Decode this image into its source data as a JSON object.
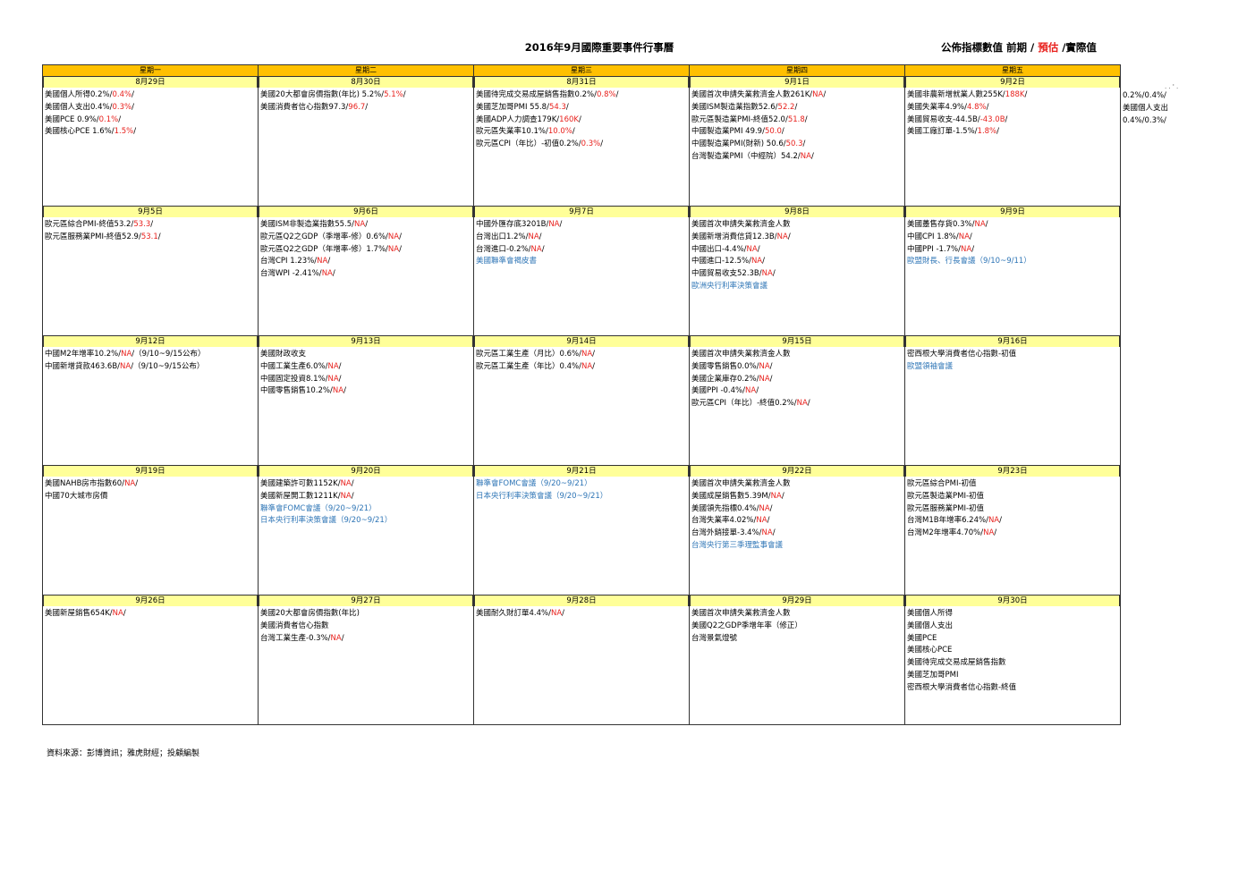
{
  "title": "2016年9月國際重要事件行事曆",
  "legend": {
    "part1": "公佈指標數值 前期 / ",
    "part2": "預估",
    "part3": " /實際值"
  },
  "weekdays": [
    "星期一",
    "星期二",
    "星期三",
    "星期四",
    "星期五"
  ],
  "weeks": [
    {
      "days": [
        {
          "date": "8月29日",
          "items": [
            {
              "k": "美國個人所得0.2%/",
              "r": "0.4%",
              "s": "/"
            },
            {
              "k": "美國個人支出0.4%/",
              "r": "0.3%",
              "s": "/"
            },
            {
              "k": "美國PCE 0.9%/",
              "r": "0.1%",
              "s": "/"
            },
            {
              "k": "美國核心PCE 1.6%/",
              "r": "1.5%",
              "s": "/"
            }
          ]
        },
        {
          "date": "8月30日",
          "items": [
            {
              "k": "美國20大都會房價指數(年比) 5.2%/",
              "r": "5.1%",
              "s": "/"
            },
            {
              "k": "美國消費者信心指數97.3/",
              "r": "96.7",
              "s": "/"
            }
          ]
        },
        {
          "date": "8月31日",
          "items": [
            {
              "k": "美國待完成交易成屋銷售指數0.2%/",
              "r": "0.8%",
              "s": "/"
            },
            {
              "k": "美國芝加哥PMI 55.8/",
              "r": "54.3",
              "s": "/"
            },
            {
              "k": "美國ADP人力調查179K/",
              "r": "160K",
              "s": "/"
            },
            {
              "k": "歐元區失業率10.1%/",
              "r": "10.0%",
              "s": "/"
            },
            {
              "k": "歐元區CPI（年比）-初值0.2%/",
              "r": "0.3%",
              "s": "/"
            }
          ]
        },
        {
          "date": "9月1日",
          "items": [
            {
              "k": "美國首次申請失業救濟金人數261K/",
              "r": "NA",
              "s": "/"
            },
            {
              "k": "美國ISM製造業指數52.6/",
              "r": "52.2",
              "s": "/"
            },
            {
              "k": "歐元區製造業PMI-終值52.0/",
              "r": "51.8",
              "s": "/"
            },
            {
              "k": "中國製造業PMI 49.9/",
              "r": "50.0",
              "s": "/"
            },
            {
              "k": "中國製造業PMI(財新) 50.6/",
              "r": "50.3",
              "s": "/"
            },
            {
              "k": "台灣製造業PMI（中經院）54.2/",
              "r": "NA",
              "s": "/"
            }
          ]
        },
        {
          "date": "9月2日",
          "items": [
            {
              "k": "美國非農新增就業人數255K/",
              "r": "188K",
              "s": "/"
            },
            {
              "k": "美國失業率4.9%/",
              "r": "4.8%",
              "s": "/"
            },
            {
              "k": "美國貿易收支-44.5B/",
              "r": "-43.0B",
              "s": "/"
            },
            {
              "k": "美國工廠訂單-1.5%/",
              "r": "1.8%",
              "s": "/"
            }
          ]
        }
      ]
    },
    {
      "days": [
        {
          "date": "9月5日",
          "items": [
            {
              "k": "歐元區綜合PMI-終值53.2/",
              "r": "53.3",
              "s": "/"
            },
            {
              "k": "歐元區服務業PMI-終值52.9/",
              "r": "53.1",
              "s": "/"
            }
          ]
        },
        {
          "date": "9月6日",
          "items": [
            {
              "k": "美國ISM非製造業指數55.5/",
              "r": "NA",
              "s": "/"
            },
            {
              "k": "歐元區Q2之GDP（季增率-修）0.6%/",
              "r": "NA",
              "s": "/"
            },
            {
              "k": "歐元區Q2之GDP（年增率-修）1.7%/",
              "r": "NA",
              "s": "/"
            },
            {
              "k": "台灣CPI 1.23%/",
              "r": "NA",
              "s": "/"
            },
            {
              "k": "台灣WPI -2.41%/",
              "r": "NA",
              "s": "/"
            }
          ]
        },
        {
          "date": "9月7日",
          "items": [
            {
              "k": "中國外匯存底3201B/",
              "r": "NA",
              "s": "/"
            },
            {
              "k": "台灣出口1.2%/",
              "r": "NA",
              "s": "/"
            },
            {
              "k": "台灣進口-0.2%/",
              "r": "NA",
              "s": "/"
            },
            {
              "b": "美國聯準會褐皮書"
            }
          ]
        },
        {
          "date": "9月8日",
          "items": [
            {
              "k": "美國首次申請失業救濟金人數"
            },
            {
              "k": "美國新增消費信貸12.3B/",
              "r": "NA",
              "s": "/"
            },
            {
              "k": "中國出口-4.4%/",
              "r": "NA",
              "s": "/"
            },
            {
              "k": "中國進口-12.5%/",
              "r": "NA",
              "s": "/"
            },
            {
              "k": "中國貿易收支52.3B/",
              "r": "NA",
              "s": "/"
            },
            {
              "b": "歐洲央行利率決策會議"
            }
          ]
        },
        {
          "date": "9月9日",
          "items": [
            {
              "k": "美國躉售存貨0.3%/",
              "r": "NA",
              "s": "/"
            },
            {
              "k": "中國CPI 1.8%/",
              "r": "NA",
              "s": "/"
            },
            {
              "k": "中國PPI -1.7%/",
              "r": "NA",
              "s": "/"
            },
            {
              "b": "歐盟財長、行長會議（9/10~9/11）"
            }
          ]
        }
      ]
    },
    {
      "days": [
        {
          "date": "9月12日",
          "items": [
            {
              "k": "中國M2年增率10.2%/",
              "r": "NA",
              "s": "/（9/10~9/15公布）"
            },
            {
              "k": "中國新增貸款463.6B/",
              "r": "NA",
              "s": "/（9/10~9/15公布）"
            }
          ]
        },
        {
          "date": "9月13日",
          "items": [
            {
              "k": "美國財政收支"
            },
            {
              "k": "中國工業生產6.0%/",
              "r": "NA",
              "s": "/"
            },
            {
              "k": "中國固定投資8.1%/",
              "r": "NA",
              "s": "/"
            },
            {
              "k": "中國零售銷售10.2%/",
              "r": "NA",
              "s": "/"
            }
          ]
        },
        {
          "date": "9月14日",
          "items": [
            {
              "k": "歐元區工業生產（月比）0.6%/",
              "r": "NA",
              "s": "/"
            },
            {
              "k": "歐元區工業生產（年比）0.4%/",
              "r": "NA",
              "s": "/"
            }
          ]
        },
        {
          "date": "9月15日",
          "items": [
            {
              "k": "美國首次申請失業救濟金人數"
            },
            {
              "k": "美國零售銷售0.0%/",
              "r": "NA",
              "s": "/"
            },
            {
              "k": "美國企業庫存0.2%/",
              "r": "NA",
              "s": "/"
            },
            {
              "k": "美國PPI -0.4%/",
              "r": "NA",
              "s": "/"
            },
            {
              "k": "歐元區CPI（年比）-終值0.2%/",
              "r": "NA",
              "s": "/"
            }
          ]
        },
        {
          "date": "9月16日",
          "items": [
            {
              "k": "密西根大學消費者信心指數-初值"
            },
            {
              "b": "歐盟領袖會議"
            }
          ]
        }
      ]
    },
    {
      "days": [
        {
          "date": "9月19日",
          "items": [
            {
              "k": "美國NAHB房市指數60/",
              "r": "NA",
              "s": "/"
            },
            {
              "k": "中國70大城市房價"
            }
          ]
        },
        {
          "date": "9月20日",
          "items": [
            {
              "k": "美國建築許可數1152K/",
              "r": "NA",
              "s": "/"
            },
            {
              "k": "美國新屋開工數1211K/",
              "r": "NA",
              "s": "/"
            },
            {
              "b": "聯準會FOMC會議（9/20~9/21）"
            },
            {
              "b": "日本央行利率決策會議（9/20~9/21）"
            }
          ]
        },
        {
          "date": "9月21日",
          "items": [
            {
              "b": "聯準會FOMC會議（9/20~9/21）"
            },
            {
              "b": "日本央行利率決策會議（9/20~9/21）"
            }
          ]
        },
        {
          "date": "9月22日",
          "items": [
            {
              "k": "美國首次申請失業救濟金人數"
            },
            {
              "k": "美國成屋銷售數5.39M/",
              "r": "NA",
              "s": "/"
            },
            {
              "k": "美國領先指標0.4%/",
              "r": "NA",
              "s": "/"
            },
            {
              "k": "台灣失業率4.02%/",
              "r": "NA",
              "s": "/"
            },
            {
              "k": "台灣外銷接單-3.4%/",
              "r": "NA",
              "s": "/"
            },
            {
              "b": "台灣央行第三季理監事會議"
            }
          ]
        },
        {
          "date": "9月23日",
          "items": [
            {
              "k": "歐元區綜合PMI-初值"
            },
            {
              "k": "歐元區製造業PMI-初值"
            },
            {
              "k": "歐元區服務業PMI-初值"
            },
            {
              "k": "台灣M1B年增率6.24%/",
              "r": "NA",
              "s": "/"
            },
            {
              "k": "台灣M2年增率4.70%/",
              "r": "NA",
              "s": "/"
            }
          ]
        }
      ]
    },
    {
      "days": [
        {
          "date": "9月26日",
          "items": [
            {
              "k": "美國新屋銷售654K/",
              "r": "NA",
              "s": "/"
            }
          ]
        },
        {
          "date": "9月27日",
          "items": [
            {
              "k": "美國20大都會房價指數(年比)"
            },
            {
              "k": "美國消費者信心指數"
            },
            {
              "k": "台灣工業生產-0.3%/",
              "r": "NA",
              "s": "/"
            }
          ]
        },
        {
          "date": "9月28日",
          "items": [
            {
              "k": "美國耐久財訂單4.4%/",
              "r": "NA",
              "s": "/"
            }
          ]
        },
        {
          "date": "9月29日",
          "items": [
            {
              "k": "美國首次申請失業救濟金人數"
            },
            {
              "k": "美國Q2之GDP季增年率（修正）"
            },
            {
              "k": "台灣景氣燈號"
            }
          ]
        },
        {
          "date": "9月30日",
          "items": [
            {
              "k": "美國個人所得"
            },
            {
              "k": "美國個人支出"
            },
            {
              "k": "美國PCE"
            },
            {
              "k": "美國核心PCE"
            },
            {
              "k": "美國待完成交易成屋銷售指數"
            },
            {
              "k": "美國芝加哥PMI"
            },
            {
              "k": "密西根大學消費者信心指數-終值"
            }
          ]
        }
      ]
    }
  ],
  "side_notes": [
    "0.2%/0.4%/",
    "美國個人支出",
    "0.4%/0.3%/"
  ],
  "side_marks": ". . ' .",
  "source": "資料來源：彭博資訊；雅虎財經；投顧編製"
}
